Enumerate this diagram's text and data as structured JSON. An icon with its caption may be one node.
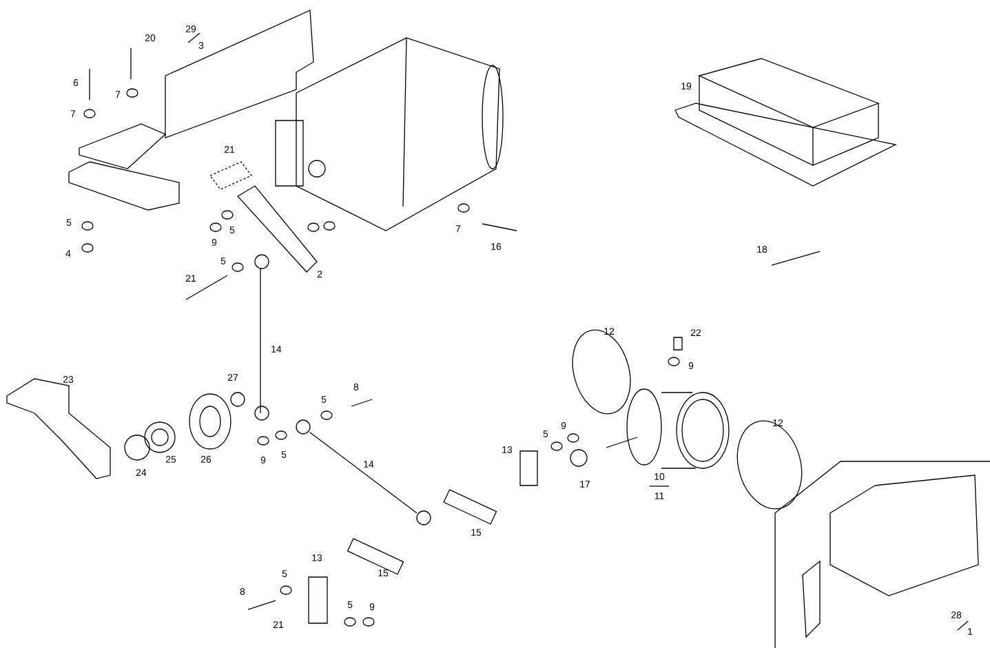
{
  "diagram": {
    "labels": [
      "20",
      "29",
      "3",
      "6",
      "7",
      "7",
      "19",
      "21",
      "5",
      "5",
      "9",
      "4",
      "7",
      "16",
      "18",
      "5",
      "21",
      "2",
      "12",
      "22",
      "14",
      "9",
      "23",
      "27",
      "8",
      "5",
      "12",
      "13",
      "5",
      "9",
      "24",
      "25",
      "26",
      "9",
      "5",
      "14",
      "10",
      "11",
      "17",
      "15",
      "13",
      "5",
      "15",
      "8",
      "5",
      "9",
      "21",
      "28",
      "1"
    ]
  }
}
